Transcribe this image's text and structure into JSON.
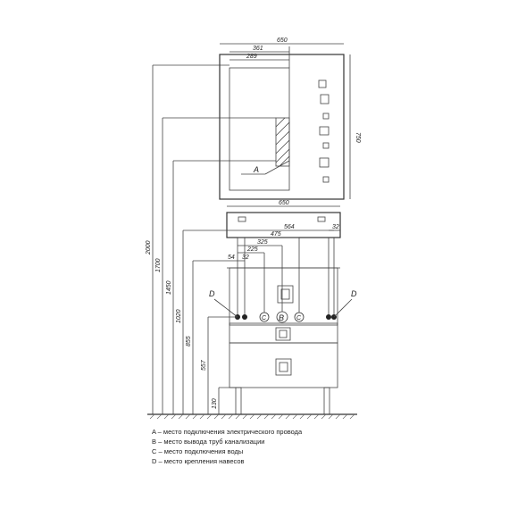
{
  "mirror": {
    "dims": {
      "width": "650",
      "d361": "361",
      "d289": "289",
      "height": "750"
    },
    "marker_a": "A"
  },
  "cabinet": {
    "dims": {
      "width": "650",
      "d564": "564",
      "d475": "475",
      "d325": "325",
      "d225": "225",
      "d54": "54",
      "d32a": "32",
      "d32b": "32"
    },
    "markers": {
      "d_left": "D",
      "d_right": "D",
      "b": "B",
      "c": "C"
    }
  },
  "vertical_dims": {
    "v2000": "2000",
    "v1700": "1700",
    "v1450": "1450",
    "v1020": "1020",
    "v855": "855",
    "v557": "557",
    "v130": "130"
  },
  "legend": [
    "A – место подключения электрического провода",
    "B – место вывода труб канализации",
    "C – место подключения воды",
    "D – место крепления навесов"
  ]
}
